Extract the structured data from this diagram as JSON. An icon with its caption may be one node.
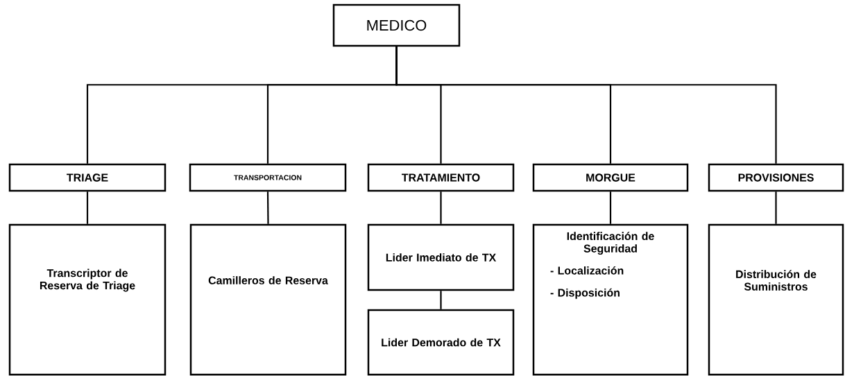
{
  "diagram": {
    "nodes": [
      {
        "text": [
          "MEDICO"
        ]
      },
      {
        "text": [
          "TRIAGE"
        ]
      },
      {
        "text": [
          "TRANSPORTACION"
        ]
      },
      {
        "text": [
          "TRATAMIENTO"
        ]
      },
      {
        "text": [
          "MORGUE"
        ]
      },
      {
        "text": [
          "PROVISIONES"
        ]
      },
      {
        "text": [
          "Transcriptor de Reserva de Triage"
        ]
      },
      {
        "text": [
          "Camilleros de Reserva"
        ]
      },
      {
        "text": [
          "Lider Imediato de TX"
        ]
      },
      {
        "text": [
          "Lider Demorado de TX"
        ]
      },
      {
        "text": [
          "Identificación de Seguridad",
          "- Localización",
          "- Disposición"
        ]
      },
      {
        "text": [
          "Distribución de Suministros"
        ]
      }
    ],
    "edges": [
      {
        "from": 0,
        "to": 1,
        "arrow": "none"
      },
      {
        "from": 0,
        "to": 2,
        "arrow": "none"
      },
      {
        "from": 0,
        "to": 3,
        "arrow": "none"
      },
      {
        "from": 0,
        "to": 4,
        "arrow": "none"
      },
      {
        "from": 0,
        "to": 5,
        "arrow": "none"
      },
      {
        "from": 1,
        "to": 6,
        "arrow": "none"
      },
      {
        "from": 2,
        "to": 7,
        "arrow": "none"
      },
      {
        "from": 3,
        "to": 8,
        "arrow": "none"
      },
      {
        "from": 8,
        "to": 9,
        "arrow": "none"
      },
      {
        "from": 4,
        "to": 10,
        "arrow": "none"
      },
      {
        "from": 5,
        "to": 11,
        "arrow": "none"
      }
    ]
  }
}
